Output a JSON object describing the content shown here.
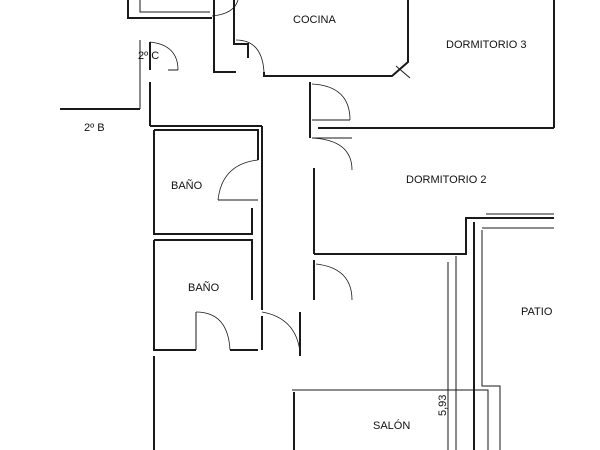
{
  "rooms": {
    "cocina": "COCINA",
    "dormitorio3": "DORMITORIO 3",
    "dormitorio2": "DORMITORIO 2",
    "bano_upper": "BAÑO",
    "bano_lower": "BAÑO",
    "patio": "PATIO",
    "salon": "SALÓN"
  },
  "landing": {
    "unit_c": "2º C",
    "unit_b": "2º B"
  },
  "dimensions": {
    "salon_depth": "5,93"
  }
}
